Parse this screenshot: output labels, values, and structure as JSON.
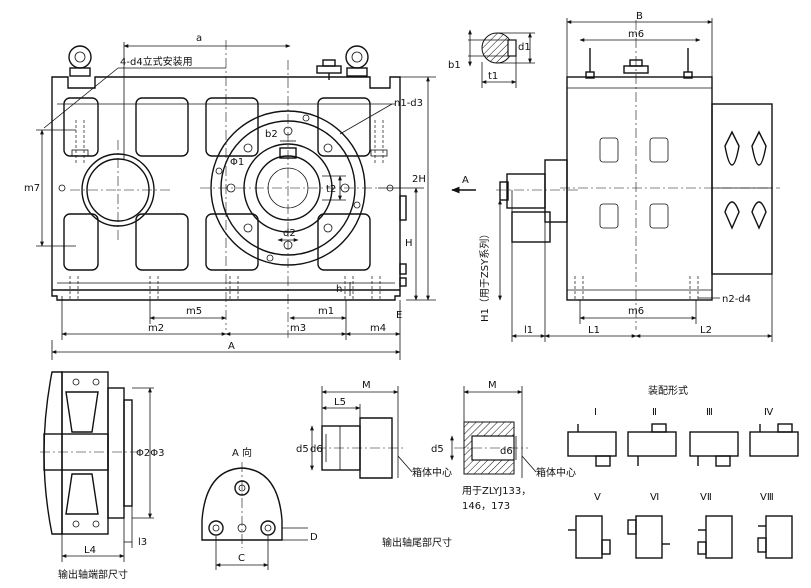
{
  "front_view": {
    "dims": {
      "a": "a",
      "m7": "m7",
      "two_h": "2H",
      "h_cap": "H",
      "h_low": "h",
      "e": "E",
      "m5": "m5",
      "m1": "m1",
      "m2": "m2",
      "m3": "m3",
      "m4": "m4",
      "A": "A",
      "b2": "b2",
      "phi1": "Φ1",
      "t2": "t2",
      "d2": "d2"
    },
    "notes": {
      "mount": "4-d4立式安装用",
      "holes": "n1-d3"
    },
    "arrow_a": "A"
  },
  "key_section": {
    "b1": "b1",
    "d1": "d1",
    "t1": "t1"
  },
  "side_view": {
    "dims": {
      "B": "B",
      "m6_top": "m6",
      "m6_bottom": "m6",
      "l1": "l1",
      "L1": "L1",
      "L2": "L2",
      "n2d4": "n2-d4"
    },
    "h1_label": "H1（用于ZSY系列）"
  },
  "output_end": {
    "phi2phi3": "Φ2Φ3",
    "L4": "L4",
    "l3": "l3",
    "caption": "输出轴端部尺寸"
  },
  "a_view": {
    "title": "A 向",
    "C": "C",
    "D": "D"
  },
  "shaft_tail": {
    "left": {
      "M": "M",
      "L5": "L5",
      "d5": "d5",
      "d6": "d6",
      "center": "箱体中心"
    },
    "right": {
      "M": "M",
      "d5": "d5",
      "d6": "d6",
      "center": "箱体中心",
      "note_1": "用于ZLYJ133，",
      "note_2": "146，173"
    },
    "caption": "输出轴尾部尺寸"
  },
  "assembly": {
    "title": "装配形式",
    "forms": [
      "Ⅰ",
      "Ⅱ",
      "Ⅲ",
      "Ⅳ",
      "Ⅴ",
      "Ⅵ",
      "ⅤⅡ",
      "ⅤⅢ"
    ]
  }
}
